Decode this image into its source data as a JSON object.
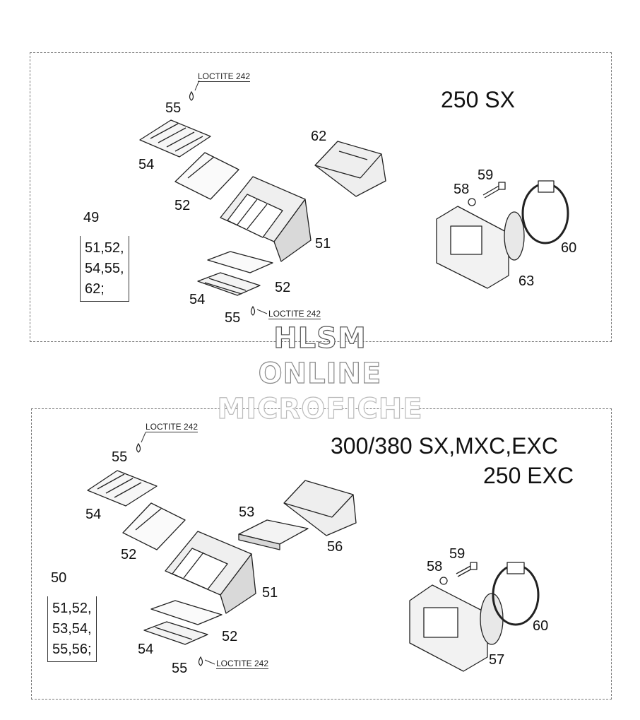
{
  "top_panel": {
    "title": "250 SX",
    "loctite_upper": "LOCTITE 242",
    "loctite_lower": "LOCTITE 242",
    "labels": {
      "p55a": "55",
      "p54a": "54",
      "p52a": "52",
      "p62": "62",
      "p51": "51",
      "p52b": "52",
      "p54b": "54",
      "p55b": "55",
      "p58": "58",
      "p59": "59",
      "p60": "60",
      "p63": "63"
    },
    "kit": {
      "number": "49",
      "rows": [
        "51,52,",
        "54,55,",
        "62;"
      ]
    }
  },
  "bottom_panel": {
    "title_line1": "300/380 SX,MXC,EXC",
    "title_line2": "250 EXC",
    "loctite_upper": "LOCTITE 242",
    "loctite_lower": "LOCTITE 242",
    "labels": {
      "p55a": "55",
      "p54a": "54",
      "p53": "53",
      "p56": "56",
      "p52a": "52",
      "p51": "51",
      "p52b": "52",
      "p54b": "54",
      "p55b": "55",
      "p58": "58",
      "p59": "59",
      "p60": "60",
      "p57": "57"
    },
    "kit": {
      "number": "50",
      "rows": [
        "51,52,",
        "53,54,",
        "55,56;"
      ]
    }
  },
  "watermark": {
    "line1": "HLSM",
    "line2": "ONLINE",
    "line3": "MICROFICHE"
  }
}
